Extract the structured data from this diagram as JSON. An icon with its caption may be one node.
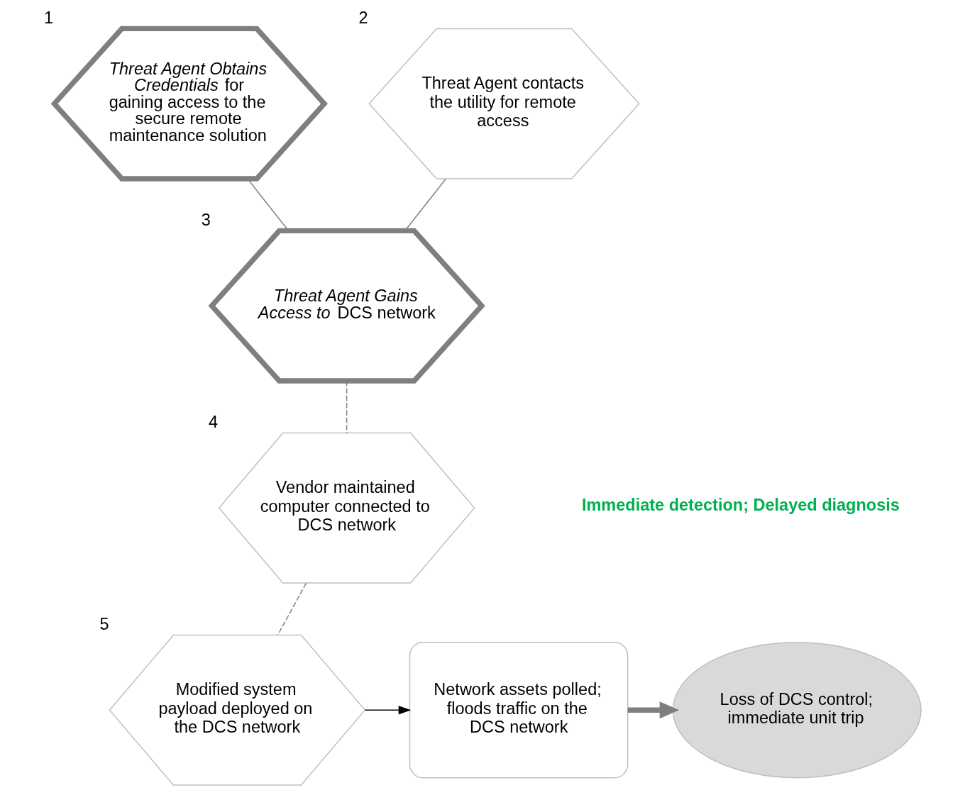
{
  "diagram": {
    "nodes": [
      {
        "text": [
          "*Threat Agent Obtains Credentials* for gaining access to the secure remote maintenance solution"
        ],
        "beside": [
          "1"
        ]
      },
      {
        "text": [
          "Threat Agent contacts the utility for remote access"
        ],
        "beside": [
          "2"
        ]
      },
      {
        "text": [
          "*Threat Agent Gains Access to* DCS network"
        ],
        "beside": [
          "3"
        ]
      },
      {
        "text": [
          "Vendor maintained computer connected to DCS network"
        ],
        "beside": [
          "4"
        ]
      },
      {
        "text": [
          "Modified system payload deployed on the DCS network"
        ],
        "beside": [
          "5"
        ]
      },
      {
        "text": [
          "Network assets polled; floods traffic on the DCS network"
        ]
      },
      {
        "text": [
          "Loss of DCS control; immediate unit trip"
        ]
      }
    ],
    "edges": [
      {
        "from": 0,
        "to": 2,
        "arrow": "none"
      },
      {
        "from": 1,
        "to": 2,
        "arrow": "none"
      },
      {
        "from": 2,
        "to": 3,
        "arrow": "none",
        "style": "dashed"
      },
      {
        "from": 3,
        "to": 4,
        "arrow": "none",
        "style": "dashed"
      },
      {
        "from": 4,
        "to": 5,
        "arrow": "to",
        "color": "#000000"
      },
      {
        "from": 5,
        "to": 6,
        "arrow": "to",
        "style": "thick"
      }
    ],
    "labels": [
      "Immediate detection; Delayed diagnosis"
    ]
  }
}
